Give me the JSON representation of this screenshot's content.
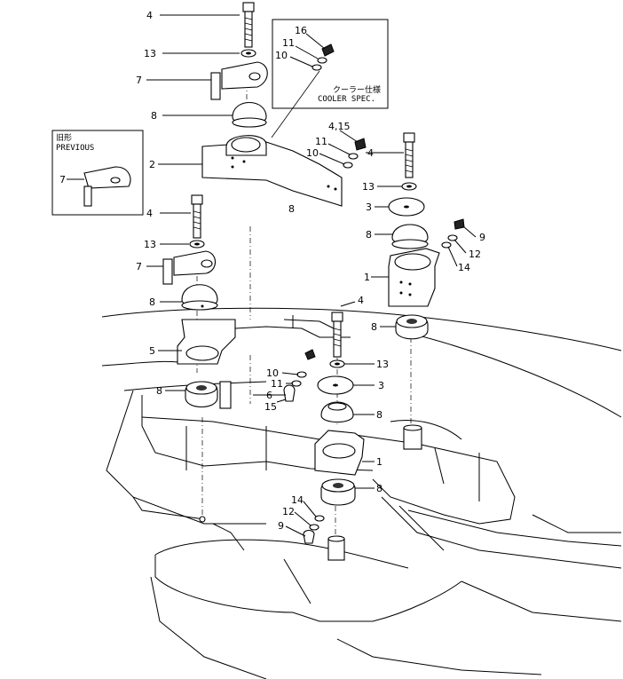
{
  "callouts": {
    "c4a": "4",
    "c13a": "13",
    "c7a": "7",
    "c8a": "8",
    "c2": "2",
    "c16": "16",
    "c11a": "11",
    "c10a": "10",
    "c4_15": "4,15",
    "c11b": "11",
    "c10b": "10",
    "c4b": "4",
    "c13b": "13",
    "c3a": "3",
    "c8b": "8",
    "c9a": "9",
    "c12a": "12",
    "c14a": "14",
    "c1a": "1",
    "c4c": "4",
    "c13c": "13",
    "c7b": "7",
    "c8c": "8",
    "c8d": "8",
    "c4d": "4",
    "c8e": "8",
    "c5": "5",
    "c13d": "13",
    "c3b": "3",
    "c10c": "10",
    "c11c": "11",
    "c6": "6",
    "c15": "15",
    "c8f": "8",
    "c8g": "8",
    "c8h": "8",
    "c1b": "1",
    "c14b": "14",
    "c12b": "12",
    "c9b": "9",
    "c7c": "7"
  },
  "cooler_box": {
    "jp": "クーラー仕様",
    "en": "COOLER SPEC."
  },
  "previous_box": {
    "jp": "旧形",
    "en": "PREVIOUS"
  }
}
